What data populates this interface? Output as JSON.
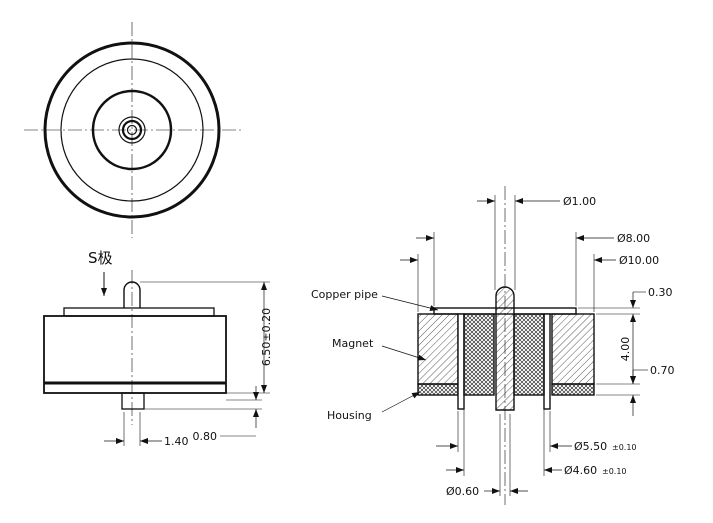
{
  "labels": {
    "pole": "S极",
    "copper_pipe": "Copper pipe",
    "magnet": "Magnet",
    "housing": "Housing"
  },
  "dimensions": {
    "height": "6.50±0.20",
    "pin_dia": "1.40",
    "base_thk": "0.80",
    "dia_100": "Ø1.00",
    "dia_800": "Ø8.00",
    "dia_1000": "Ø10.00",
    "top_thk": "0.30",
    "mag_h": "4.00",
    "bot_thk": "0.70",
    "dia_550": "Ø5.50",
    "dia_550_tol": "±0.10",
    "dia_460": "Ø4.60",
    "dia_460_tol": "±0.10",
    "dia_060": "Ø0.60"
  }
}
